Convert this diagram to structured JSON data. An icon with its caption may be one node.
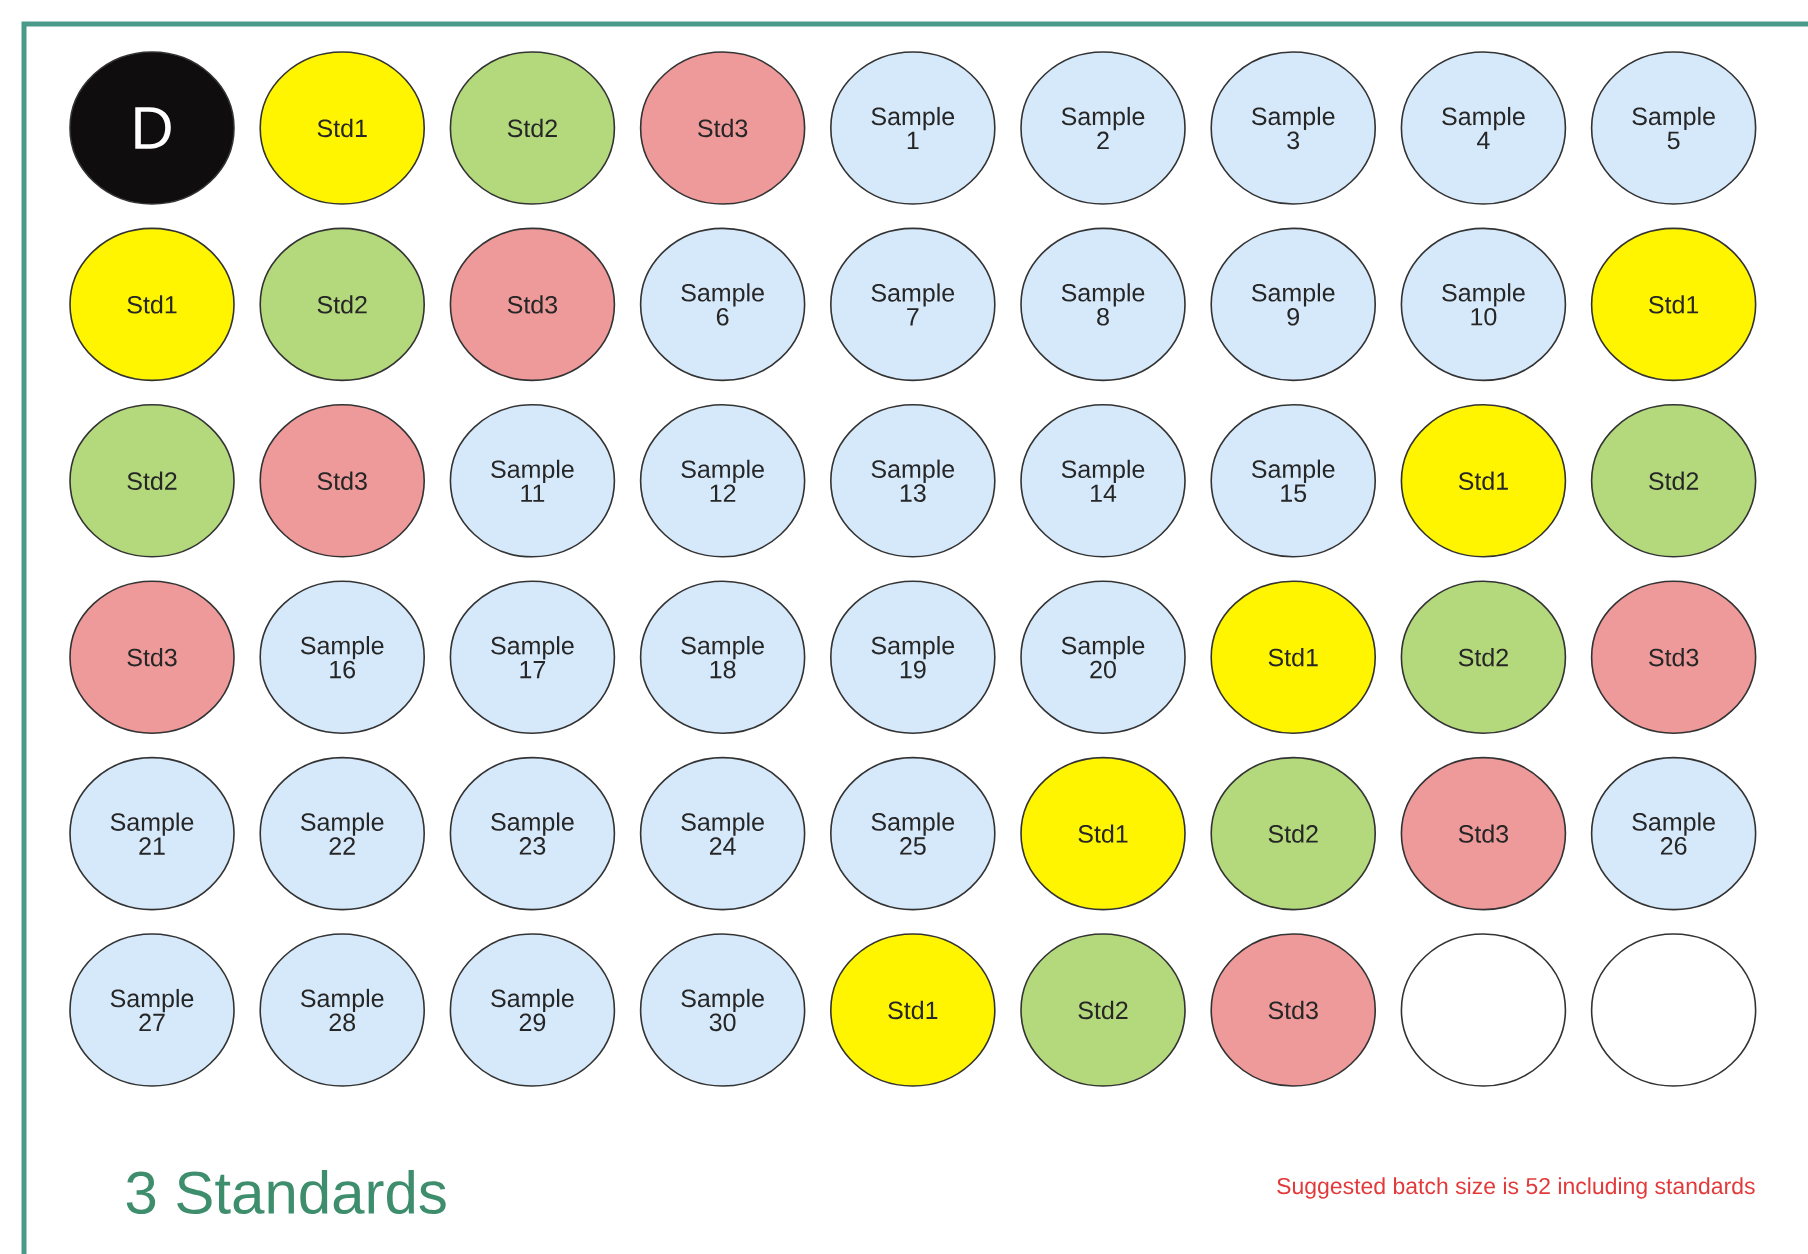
{
  "diagram": {
    "nodes": [
      {
        "text": [
          "D"
        ]
      },
      {
        "text": [
          "Std1"
        ]
      },
      {
        "text": [
          "Std2"
        ]
      },
      {
        "text": [
          "Std3"
        ]
      },
      {
        "text": [
          "Sample 1"
        ]
      },
      {
        "text": [
          "Sample 2"
        ]
      },
      {
        "text": [
          "Sample 3"
        ]
      },
      {
        "text": [
          "Sample 4"
        ]
      },
      {
        "text": [
          "Sample 5"
        ]
      },
      {
        "text": [
          "Std1"
        ]
      },
      {
        "text": [
          "Std2"
        ]
      },
      {
        "text": [
          "Std3"
        ]
      },
      {
        "text": [
          "Sample 6"
        ]
      },
      {
        "text": [
          "Sample 7"
        ]
      },
      {
        "text": [
          "Sample 8"
        ]
      },
      {
        "text": [
          "Sample 9"
        ]
      },
      {
        "text": [
          "Sample 10"
        ]
      },
      {
        "text": [
          "Std1"
        ]
      },
      {
        "text": [
          "Std2"
        ]
      },
      {
        "text": [
          "Std3"
        ]
      },
      {
        "text": [
          "Sample 11"
        ]
      },
      {
        "text": [
          "Sample 12"
        ]
      },
      {
        "text": [
          "Sample 13"
        ]
      },
      {
        "text": [
          "Sample 14"
        ]
      },
      {
        "text": [
          "Sample 15"
        ]
      },
      {
        "text": [
          "Std1"
        ]
      },
      {
        "text": [
          "Std2"
        ]
      },
      {
        "text": [
          "Std3"
        ]
      },
      {
        "text": [
          "Sample 16"
        ]
      },
      {
        "text": [
          "Sample 17"
        ]
      },
      {
        "text": [
          "Sample 18"
        ]
      },
      {
        "text": [
          "Sample 19"
        ]
      },
      {
        "text": [
          "Sample 20"
        ]
      },
      {
        "text": [
          "Std1"
        ]
      },
      {
        "text": [
          "Std2"
        ]
      },
      {
        "text": [
          "Std3"
        ]
      },
      {
        "text": [
          "Sample 21"
        ]
      },
      {
        "text": [
          "Sample 22"
        ]
      },
      {
        "text": [
          "Sample 23"
        ]
      },
      {
        "text": [
          "Sample 24"
        ]
      },
      {
        "text": [
          "Sample 25"
        ]
      },
      {
        "text": [
          "Std1"
        ]
      },
      {
        "text": [
          "Std2"
        ]
      },
      {
        "text": [
          "Std3"
        ]
      },
      {
        "text": [
          "Sample 26"
        ]
      },
      {
        "text": [
          "Sample 27"
        ]
      },
      {
        "text": [
          "Sample 28"
        ]
      },
      {
        "text": [
          "Sample 29"
        ]
      },
      {
        "text": [
          "Sample 30"
        ]
      },
      {
        "text": [
          "Std1"
        ]
      },
      {
        "text": [
          "Std2"
        ]
      },
      {
        "text": [
          "Std3"
        ]
      },
      {
        "text": [],
        "shape": "circle"
      },
      {
        "text": [],
        "shape": "circle"
      }
    ],
    "labels": [
      "3 Standards",
      "Suggested batch size is 52 including standards"
    ]
  }
}
